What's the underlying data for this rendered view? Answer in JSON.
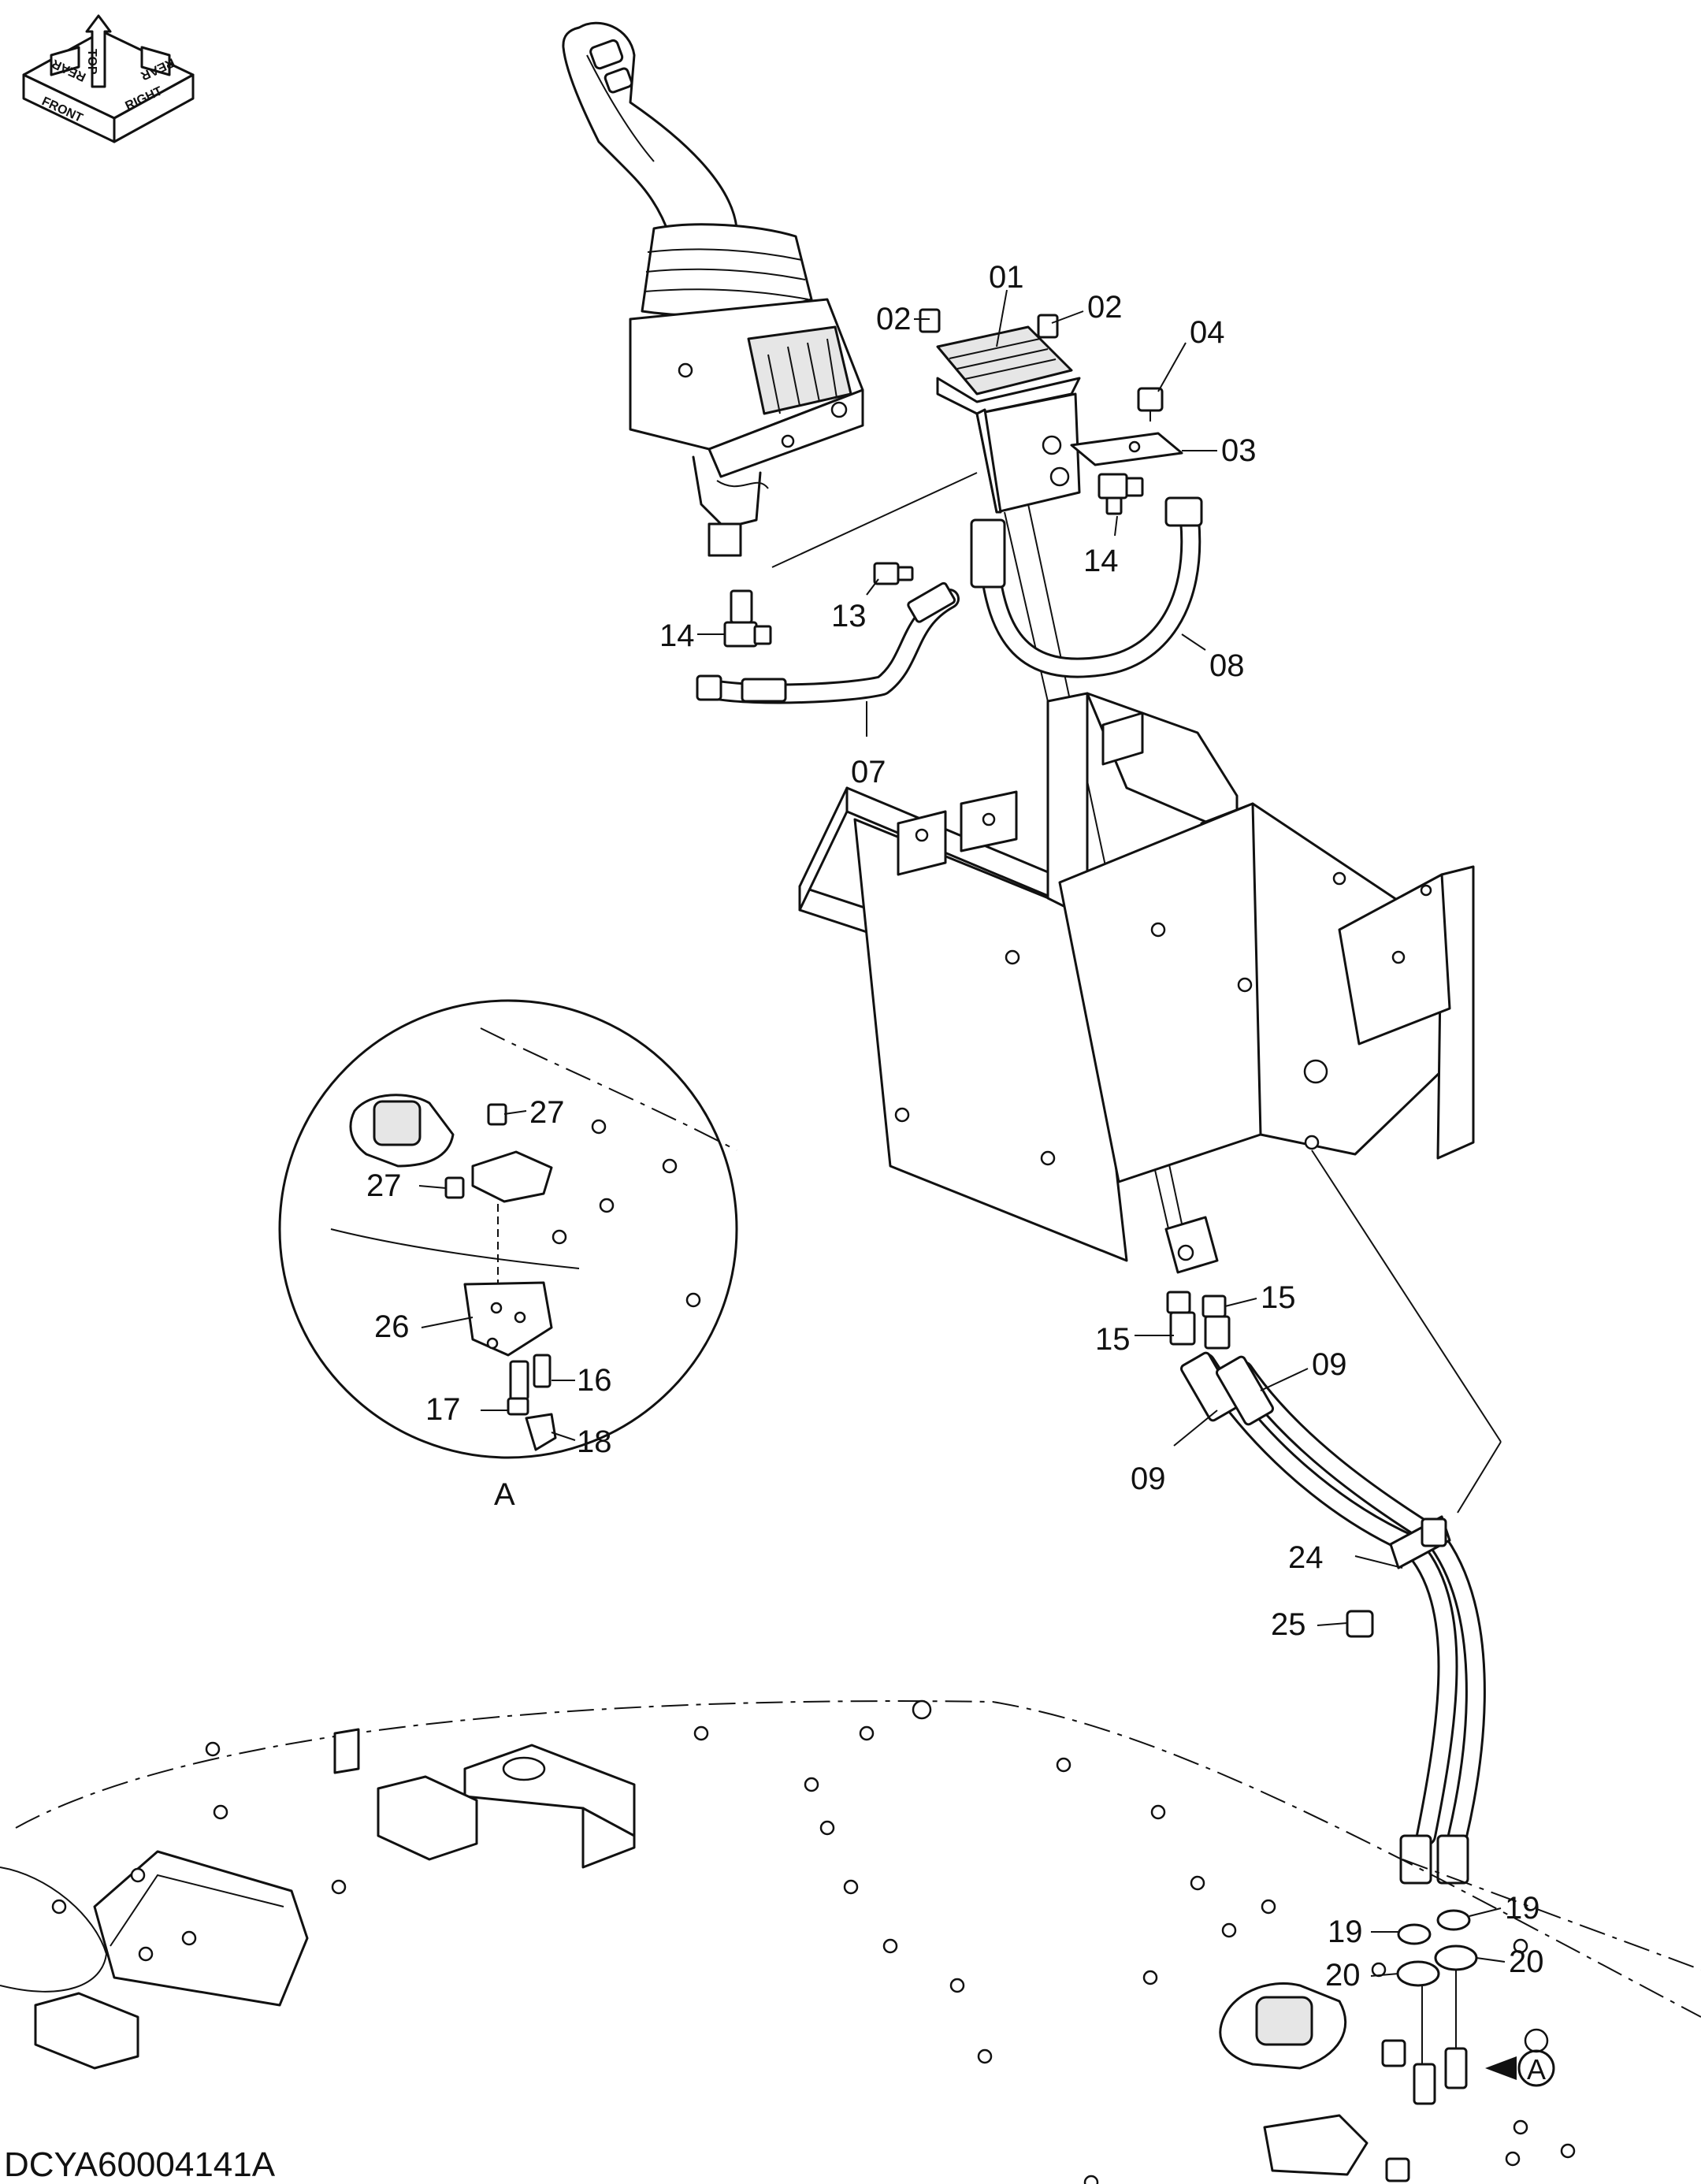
{
  "drawing_code": "DCYA60004141A",
  "orientation": {
    "top": "TOP",
    "front": "FRONT",
    "rear": "REAR",
    "right": "RIGHT"
  },
  "detail_view": {
    "label": "A"
  },
  "detail_callout": {
    "label": "A"
  },
  "part_labels": {
    "p01": "01",
    "p02a": "02",
    "p02b": "02",
    "p03": "03",
    "p04": "04",
    "p07": "07",
    "p08": "08",
    "p09a": "09",
    "p09b": "09",
    "p13": "13",
    "p14a": "14",
    "p14b": "14",
    "p15a": "15",
    "p15b": "15",
    "p16": "16",
    "p17": "17",
    "p18": "18",
    "p19a": "19",
    "p19b": "19",
    "p20a": "20",
    "p20b": "20",
    "p24": "24",
    "p25": "25",
    "p26": "26",
    "p27a": "27",
    "p27b": "27"
  }
}
